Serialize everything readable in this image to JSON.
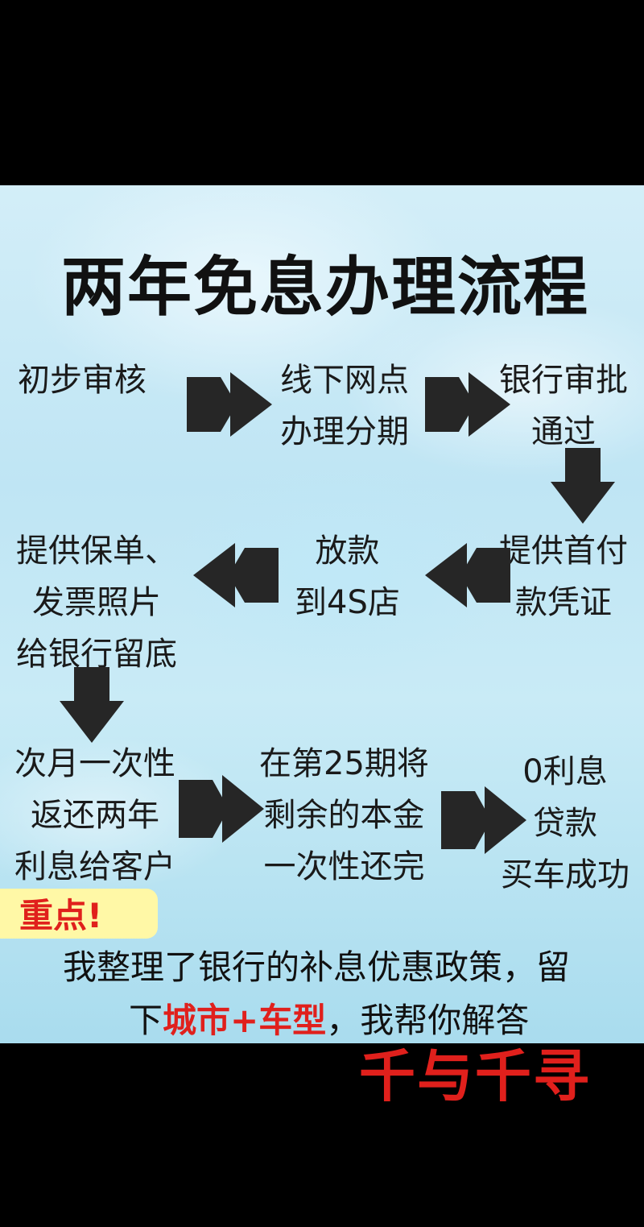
{
  "title": "两年免息办理流程",
  "nodes": {
    "step1": "初步审核",
    "step2": [
      "线下网点",
      "办理分期"
    ],
    "step3": [
      "银行审批",
      "通过"
    ],
    "step4": [
      "提供首付",
      "款凭证"
    ],
    "step5": [
      "放款",
      "到4S店"
    ],
    "step6": [
      "提供保单、",
      "发票照片",
      "给银行留底"
    ],
    "step7": [
      "次月一次性",
      "返还两年",
      "利息给客户"
    ],
    "step8": [
      "在第25期将",
      "剩余的本金",
      "一次性还完"
    ],
    "step9": [
      "0利息",
      "贷款",
      "买车成功"
    ]
  },
  "highlight": "重点!",
  "note": {
    "line1": "我整理了银行的补息优惠政策，留",
    "line2_prefix": "下",
    "line2_red": "城市+车型",
    "line2_suffix": "，我帮你解答"
  },
  "signature": "千与千寻",
  "colors": {
    "arrow": "#262626",
    "accent_red": "#e0201c",
    "highlight_bg": "#fff8a6",
    "panel_blue": "#bfe5f4"
  },
  "icons": [
    "arrow-right-icon",
    "arrow-left-icon",
    "arrow-down-icon"
  ]
}
